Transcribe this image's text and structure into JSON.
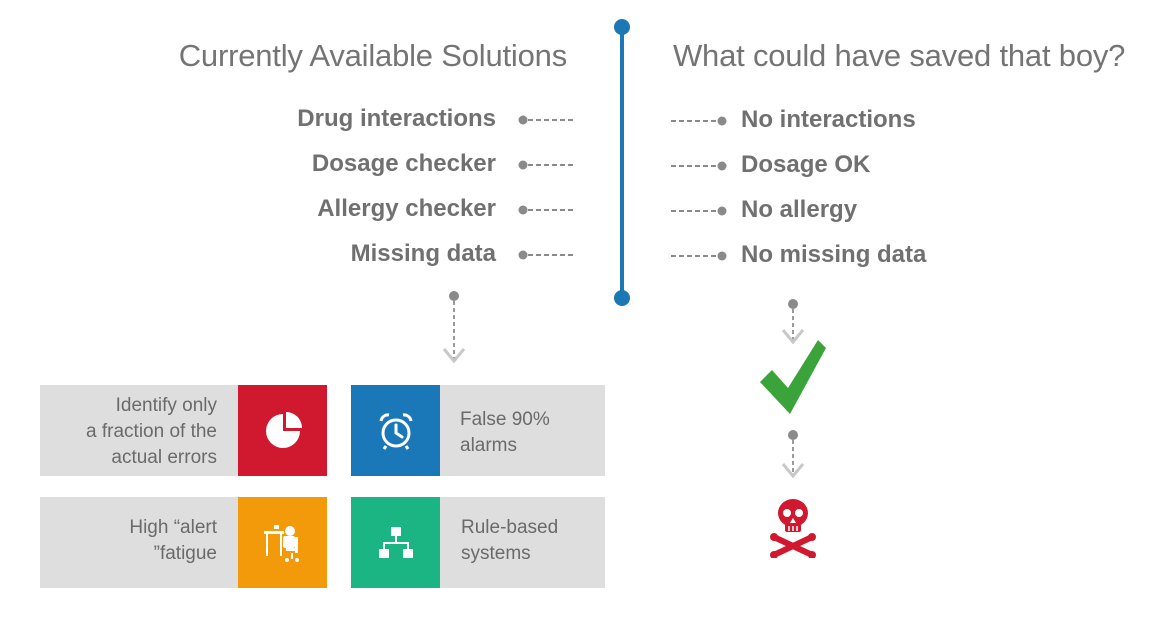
{
  "left_title": "Currently Available Solutions",
  "right_title": "What could have saved that boy?",
  "left_items": [
    "Drug interactions",
    "Dosage checker",
    "Allergy checker",
    "Missing data"
  ],
  "right_items": [
    "No interactions",
    "Dosage OK",
    "No allergy",
    "No missing data"
  ],
  "tiles": [
    {
      "text": "Identify only\na fraction of the\nactual errors",
      "icon": "pie-chart-icon",
      "color": "#d0192f"
    },
    {
      "text": "False 90%\nalarms",
      "icon": "alarm-clock-icon",
      "color": "#1b78b8"
    },
    {
      "text": "High “alert\n”fatigue",
      "icon": "tired-worker-icon",
      "color": "#f39a0b"
    },
    {
      "text": "Rule-based\nsystems",
      "icon": "hierarchy-icon",
      "color": "#1ab583"
    }
  ],
  "colors": {
    "divider": "#1c78b5",
    "check": "#3aa43a",
    "skull": "#d0192f",
    "connector": "#8a8a8a"
  },
  "icons": {
    "success": "checkmark-icon",
    "danger": "skull-crossbones-icon"
  }
}
